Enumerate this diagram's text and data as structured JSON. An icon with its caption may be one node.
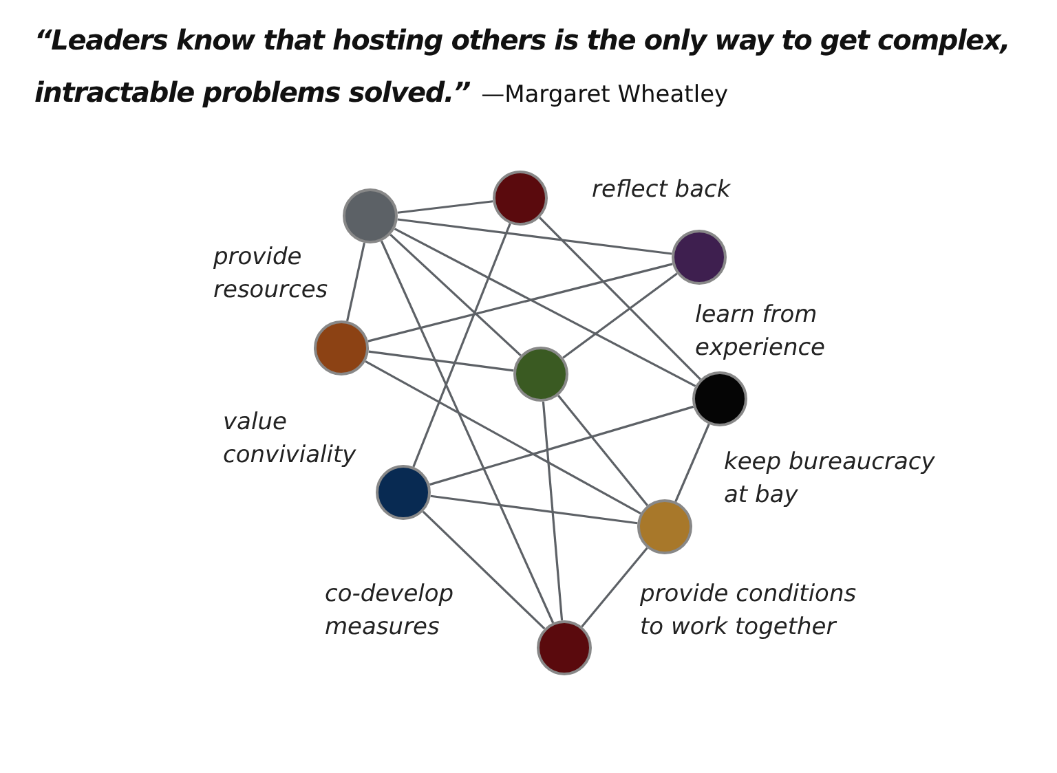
{
  "diagram": {
    "title": "“Leaders know that hosting others is the only way to get complex, intractable problems solved.”",
    "nodes": [
      {
        "text": [],
        "shape": "circle"
      },
      {
        "text": [],
        "shape": "circle"
      },
      {
        "text": [],
        "shape": "circle"
      },
      {
        "text": [],
        "shape": "circle"
      },
      {
        "text": [],
        "shape": "circle"
      },
      {
        "text": [],
        "shape": "circle"
      },
      {
        "text": [],
        "shape": "circle"
      },
      {
        "text": [],
        "shape": "circle"
      },
      {
        "text": [],
        "shape": "circle"
      }
    ],
    "edges": [
      {
        "from": 1,
        "to": 0,
        "arrow": "none"
      },
      {
        "from": 1,
        "to": 2,
        "arrow": "none"
      },
      {
        "from": 1,
        "to": 3,
        "arrow": "none"
      },
      {
        "from": 1,
        "to": 4,
        "arrow": "none"
      },
      {
        "from": 1,
        "to": 5,
        "arrow": "none"
      },
      {
        "from": 1,
        "to": 8,
        "arrow": "none"
      },
      {
        "from": 0,
        "to": 6,
        "arrow": "none"
      },
      {
        "from": 0,
        "to": 5,
        "arrow": "none"
      },
      {
        "from": 2,
        "to": 3,
        "arrow": "none"
      },
      {
        "from": 2,
        "to": 4,
        "arrow": "none"
      },
      {
        "from": 3,
        "to": 4,
        "arrow": "none"
      },
      {
        "from": 3,
        "to": 7,
        "arrow": "none"
      },
      {
        "from": 4,
        "to": 8,
        "arrow": "none"
      },
      {
        "from": 4,
        "to": 7,
        "arrow": "none"
      },
      {
        "from": 5,
        "to": 6,
        "arrow": "none"
      },
      {
        "from": 5,
        "to": 7,
        "arrow": "none"
      },
      {
        "from": 6,
        "to": 7,
        "arrow": "none"
      },
      {
        "from": 6,
        "to": 8,
        "arrow": "none"
      },
      {
        "from": 7,
        "to": 8,
        "arrow": "none"
      }
    ],
    "labels": [
      "—Margaret Wheatley",
      "reflect back",
      "provide resources",
      "learn from experience",
      "value conviviality",
      "keep bureaucracy at bay",
      "co-develop measures",
      "provide conditions to work together"
    ]
  }
}
